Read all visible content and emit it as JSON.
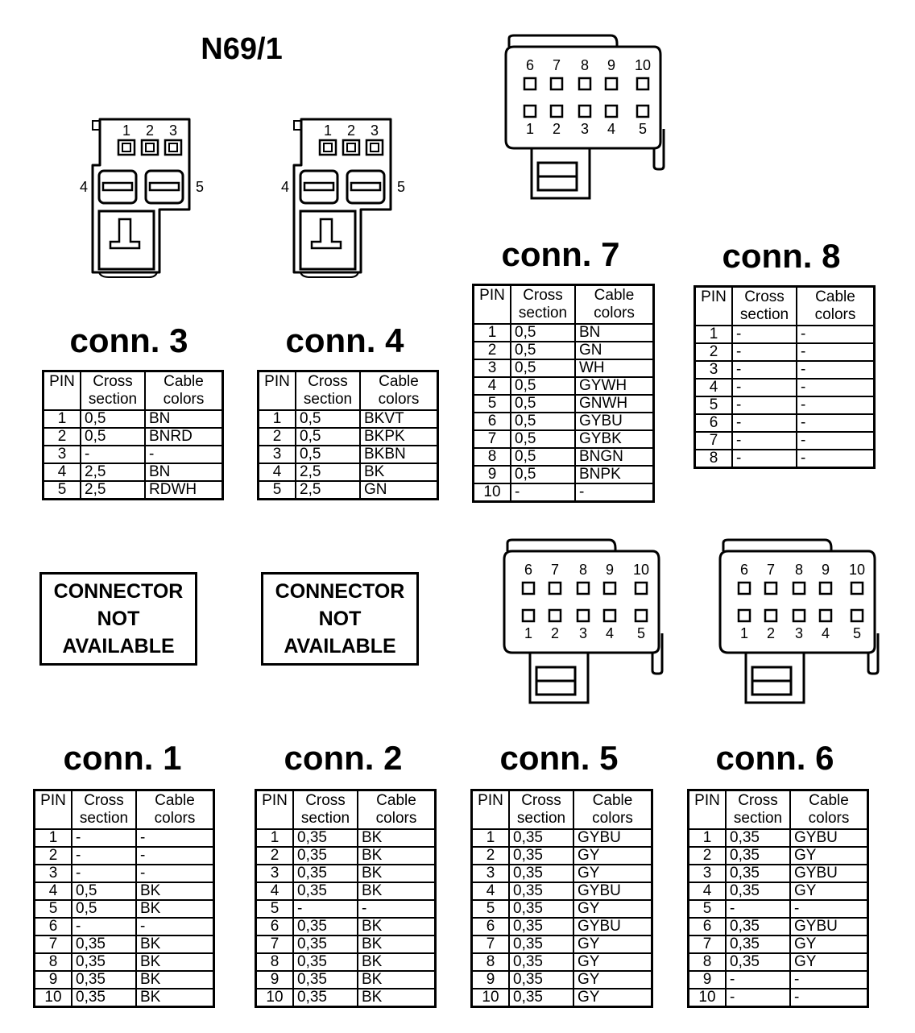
{
  "main_title": "N69/1",
  "na_text": [
    "CONNECTOR",
    "NOT",
    "AVAILABLE"
  ],
  "headers": {
    "pin": "PIN",
    "cross": [
      "Cross",
      "section"
    ],
    "colors": [
      "Cable",
      "colors"
    ]
  },
  "small_connector": {
    "top_pins": [
      "1",
      "2",
      "3"
    ],
    "side_left": "4",
    "side_right": "5"
  },
  "large_connector": {
    "top_pins": [
      "6",
      "7",
      "8",
      "9",
      "10"
    ],
    "bottom_pins": [
      "1",
      "2",
      "3",
      "4",
      "5"
    ]
  },
  "connectors": [
    {
      "id": "conn3",
      "title": "conn. 3",
      "rows": [
        [
          "1",
          "0,5",
          "BN"
        ],
        [
          "2",
          "0,5",
          "BNRD"
        ],
        [
          "3",
          "-",
          "-"
        ],
        [
          "4",
          "2,5",
          "BN"
        ],
        [
          "5",
          "2,5",
          "RDWH"
        ]
      ]
    },
    {
      "id": "conn4",
      "title": "conn. 4",
      "rows": [
        [
          "1",
          "0,5",
          "BKVT"
        ],
        [
          "2",
          "0,5",
          "BKPK"
        ],
        [
          "3",
          "0,5",
          "BKBN"
        ],
        [
          "4",
          "2,5",
          "BK"
        ],
        [
          "5",
          "2,5",
          "GN"
        ]
      ]
    },
    {
      "id": "conn7",
      "title": "conn. 7",
      "rows": [
        [
          "1",
          "0,5",
          "BN"
        ],
        [
          "2",
          "0,5",
          "GN"
        ],
        [
          "3",
          "0,5",
          "WH"
        ],
        [
          "4",
          "0,5",
          "GYWH"
        ],
        [
          "5",
          "0,5",
          "GNWH"
        ],
        [
          "6",
          "0,5",
          "GYBU"
        ],
        [
          "7",
          "0,5",
          "GYBK"
        ],
        [
          "8",
          "0,5",
          "BNGN"
        ],
        [
          "9",
          "0,5",
          "BNPK"
        ],
        [
          "10",
          "-",
          "-"
        ]
      ]
    },
    {
      "id": "conn8",
      "title": "conn.  8",
      "rows": [
        [
          "1",
          "-",
          "-"
        ],
        [
          "2",
          "-",
          "-"
        ],
        [
          "3",
          "-",
          "-"
        ],
        [
          "4",
          "-",
          "-"
        ],
        [
          "5",
          "-",
          "-"
        ],
        [
          "6",
          "-",
          "-"
        ],
        [
          "7",
          "-",
          "-"
        ],
        [
          "8",
          "-",
          "-"
        ]
      ]
    },
    {
      "id": "conn1",
      "title": "conn. 1",
      "rows": [
        [
          "1",
          "-",
          "-"
        ],
        [
          "2",
          "-",
          "-"
        ],
        [
          "3",
          "-",
          "-"
        ],
        [
          "4",
          "0,5",
          "BK"
        ],
        [
          "5",
          "0,5",
          "BK"
        ],
        [
          "6",
          "-",
          "-"
        ],
        [
          "7",
          "0,35",
          "BK"
        ],
        [
          "8",
          "0,35",
          "BK"
        ],
        [
          "9",
          "0,35",
          "BK"
        ],
        [
          "10",
          "0,35",
          "BK"
        ]
      ]
    },
    {
      "id": "conn2",
      "title": "conn. 2",
      "rows": [
        [
          "1",
          "0,35",
          "BK"
        ],
        [
          "2",
          "0,35",
          "BK"
        ],
        [
          "3",
          "0,35",
          "BK"
        ],
        [
          "4",
          "0,35",
          "BK"
        ],
        [
          "5",
          "-",
          "-"
        ],
        [
          "6",
          "0,35",
          "BK"
        ],
        [
          "7",
          "0,35",
          "BK"
        ],
        [
          "8",
          "0,35",
          "BK"
        ],
        [
          "9",
          "0,35",
          "BK"
        ],
        [
          "10",
          "0,35",
          "BK"
        ]
      ]
    },
    {
      "id": "conn5",
      "title": "conn. 5",
      "rows": [
        [
          "1",
          "0,35",
          "GYBU"
        ],
        [
          "2",
          "0,35",
          "GY"
        ],
        [
          "3",
          "0,35",
          "GY"
        ],
        [
          "4",
          "0,35",
          "GYBU"
        ],
        [
          "5",
          "0,35",
          "GY"
        ],
        [
          "6",
          "0,35",
          "GYBU"
        ],
        [
          "7",
          "0,35",
          "GY"
        ],
        [
          "8",
          "0,35",
          "GY"
        ],
        [
          "9",
          "0,35",
          "GY"
        ],
        [
          "10",
          "0,35",
          "GY"
        ]
      ]
    },
    {
      "id": "conn6",
      "title": "conn. 6",
      "rows": [
        [
          "1",
          "0,35",
          "GYBU"
        ],
        [
          "2",
          "0,35",
          "GY"
        ],
        [
          "3",
          "0,35",
          "GYBU"
        ],
        [
          "4",
          "0,35",
          "GY"
        ],
        [
          "5",
          "-",
          "-"
        ],
        [
          "6",
          "0,35",
          "GYBU"
        ],
        [
          "7",
          "0,35",
          "GY"
        ],
        [
          "8",
          "0,35",
          "GY"
        ],
        [
          "9",
          "-",
          "-"
        ],
        [
          "10",
          "-",
          "-"
        ]
      ]
    }
  ]
}
